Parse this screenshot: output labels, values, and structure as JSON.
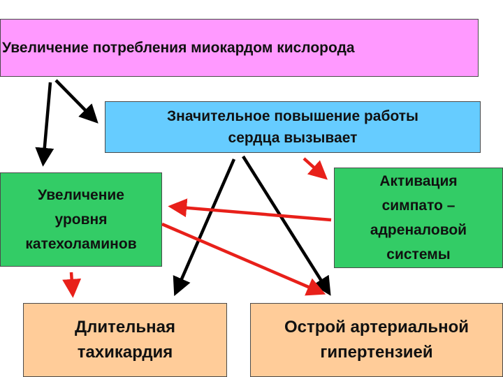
{
  "boxes": {
    "oxygen": {
      "text": "Увеличение потребления  миокардом кислорода"
    },
    "work": {
      "line1": "Значительное повышение работы",
      "line2": "сердца вызывает"
    },
    "catecholamines": {
      "line1": "Увеличение",
      "line2": "уровня",
      "line3": "катехоламинов"
    },
    "sympatho": {
      "line1": "Активация",
      "line2": "симпато –",
      "line3": "адреналовой",
      "line4": "системы"
    },
    "tachycardia": {
      "line1": "Длительная",
      "line2": "тахикардия"
    },
    "hypertension": {
      "line1": "Острой артериальной",
      "line2": "гипертензией"
    }
  },
  "colors": {
    "oxygen_fill": "#ff99ff",
    "work_fill": "#66ccff",
    "green_fill": "#33cc66",
    "orange_fill": "#ffcc99",
    "black_arrow": "#000000",
    "red_arrow": "#e8201a"
  }
}
